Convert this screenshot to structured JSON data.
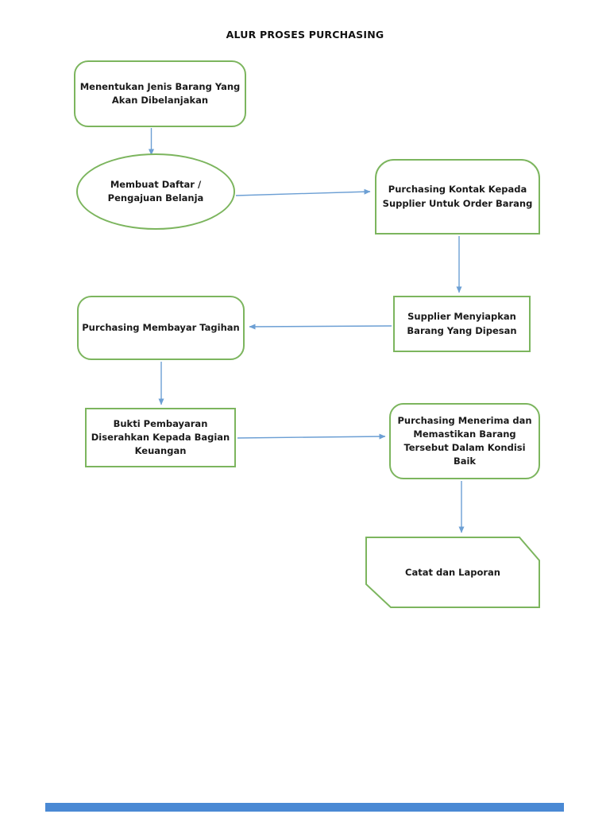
{
  "page": {
    "title": "ALUR PROSES PURCHASING"
  },
  "flowchart": {
    "nodes": [
      {
        "shape": "rounded-rectangle",
        "label": "Menentukan Jenis Barang Yang Akan Dibelanjakan"
      },
      {
        "shape": "ellipse",
        "label": "Membuat Daftar / Pengajuan Belanja"
      },
      {
        "shape": "top-rounded-rectangle",
        "label": "Purchasing Kontak Kepada Supplier Untuk Order Barang"
      },
      {
        "shape": "rectangle",
        "label": "Supplier Menyiapkan Barang Yang Dipesan"
      },
      {
        "shape": "rounded-rectangle",
        "label": "Purchasing Membayar Tagihan"
      },
      {
        "shape": "rectangle",
        "label": "Bukti Pembayaran Diserahkan Kepada Bagian Keuangan"
      },
      {
        "shape": "rounded-rectangle",
        "label": "Purchasing Menerima dan Memastikan Barang Tersebut Dalam Kondisi Baik"
      },
      {
        "shape": "card",
        "label": "Catat dan Laporan"
      }
    ],
    "connectors": [
      {
        "from": 0,
        "to": 1,
        "direction": "down"
      },
      {
        "from": 1,
        "to": 2,
        "direction": "right"
      },
      {
        "from": 2,
        "to": 3,
        "direction": "down"
      },
      {
        "from": 3,
        "to": 4,
        "direction": "left"
      },
      {
        "from": 4,
        "to": 5,
        "direction": "down"
      },
      {
        "from": 5,
        "to": 6,
        "direction": "right"
      },
      {
        "from": 6,
        "to": 7,
        "direction": "down"
      }
    ]
  },
  "colors": {
    "shape_border": "#7CB55E",
    "connector": "#6C9FD4",
    "text": "#1A1A1A",
    "scrollbar_thumb": "#4A89D4",
    "background": "#FFFFFF"
  }
}
